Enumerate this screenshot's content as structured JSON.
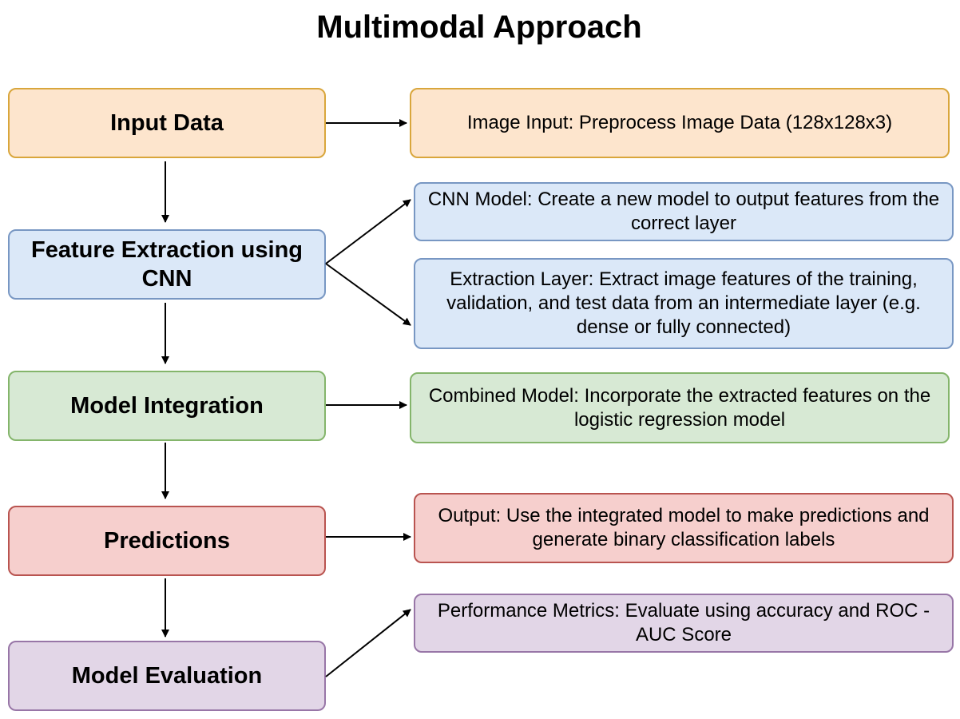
{
  "title": "Multimodal Approach",
  "steps": [
    {
      "label": "Input Data",
      "color": "#fde5cd"
    },
    {
      "label": "Feature Extraction using CNN",
      "color": "#dbe8f8"
    },
    {
      "label": "Model Integration",
      "color": "#d7e9d4"
    },
    {
      "label": "Predictions",
      "color": "#f6cfcd"
    },
    {
      "label": "Model Evaluation",
      "color": "#e2d6e7"
    }
  ],
  "details": [
    {
      "text": "Image Input: Preprocess Image Data (128x128x3)",
      "color": "#fde5cd"
    },
    {
      "text": "CNN Model: Create a new model to output features from the correct layer",
      "color": "#dbe8f8"
    },
    {
      "text": "Extraction Layer: Extract image features of the training, validation, and test data from an intermediate layer (e.g. dense or fully connected)",
      "color": "#dbe8f8"
    },
    {
      "text": "Combined Model: Incorporate the extracted features on the logistic regression model",
      "color": "#d7e9d4"
    },
    {
      "text": "Output: Use the integrated model to make predictions and generate binary classification labels",
      "color": "#f6cfcd"
    },
    {
      "text": "Performance Metrics: Evaluate using accuracy and ROC - AUC Score",
      "color": "#e2d6e7"
    }
  ]
}
